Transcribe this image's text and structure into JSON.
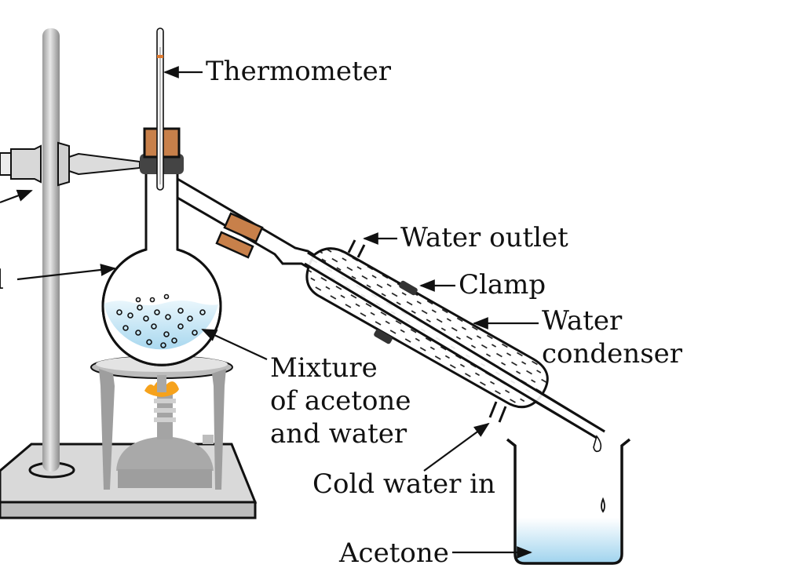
{
  "labels": {
    "thermometer": "Thermometer",
    "water_outlet": "Water outlet",
    "clamp": "Clamp",
    "water_condenser_line1": "Water",
    "water_condenser_line2": "condenser",
    "mixture_line1": "Mixture",
    "mixture_line2": "of acetone",
    "mixture_line3": "and water",
    "cold_water_in": "Cold water in",
    "acetone": "Acetone",
    "flask_partial": "l"
  },
  "colors": {
    "liquid": "#bfe3f5",
    "liquid_light": "#e6f5fb",
    "cork": "#c8804a",
    "flame": "#f6a21c",
    "metal": "#c9c9c9",
    "metal_dark": "#9a9a9a",
    "base": "#d9d9d9"
  }
}
